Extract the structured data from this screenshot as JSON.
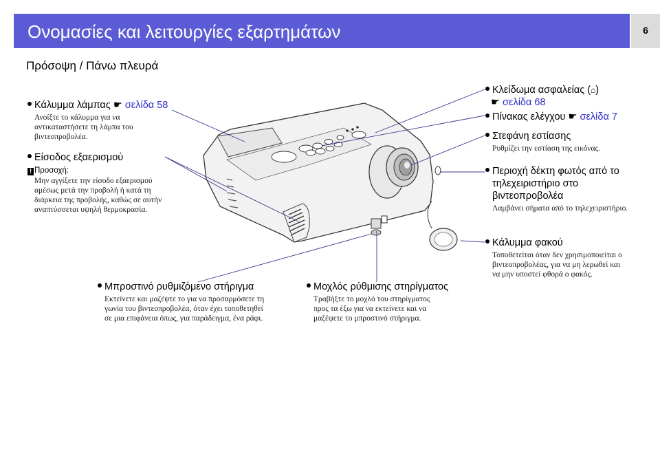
{
  "header": {
    "title": "Ονομασίες και λειτουργίες εξαρτημάτων",
    "page_number": "6"
  },
  "section_title": "Πρόσοψη / Πάνω πλευρά",
  "hand_icon": "pointing-hand-icon",
  "items": {
    "lamp_cover": {
      "label": "Κάλυμμα λάμπας",
      "ref": "σελίδα 58",
      "desc": [
        "Ανοίξτε το κάλυμμα για να",
        "αντικαταστήσετε τη λάμπα του",
        "βιντεοπροβολέα."
      ]
    },
    "air_intake": {
      "label": "Είσοδος εξαερισμού",
      "caution_label": "Προσοχή:",
      "desc": [
        "Μην αγγίξετε την είσοδο εξαερισμού",
        "αμέσως μετά την προβολή ή κατά τη",
        "διάρκεια της προβολής, καθώς σε αυτήν",
        "αναπτύσσεται υψηλή θερμοκρασία."
      ]
    },
    "security_lock": {
      "label": "Κλείδωμα ασφαλείας (",
      "label_end": ")",
      "ref": "σελίδα 68"
    },
    "control_panel": {
      "label": "Πίνακας ελέγχου",
      "ref": "σελίδα 7"
    },
    "focus_ring": {
      "label": "Στεφάνη εστίασης",
      "desc": [
        "Ρυθμίζει την εστίαση της εικόνας."
      ]
    },
    "remote_receiver": {
      "label": [
        "Περιοχή δέκτη φωτός από το",
        "τηλεχειριστήριο στο",
        "βιντεοπροβολέα"
      ],
      "desc": [
        "Λαμβάνει σήματα από το τηλεχειριστήριο."
      ]
    },
    "lens_cover": {
      "label": "Κάλυμμα φακού",
      "desc": [
        "Τοποθετείται όταν δεν χρησιμοποιείται ο",
        "βιντεοπροβολέας, για να μη λερωθεί και",
        "να μην υποστεί φθορά ο φακός."
      ]
    },
    "front_foot": {
      "label": "Μπροστινό ρυθμιζόμενο στήριγμα",
      "desc": [
        "Εκτείνετε και μαζέψτε το για να προσαρμόσετε τη",
        "γωνία του βιντεοπροβολέα, όταν έχει τοποθετηθεί",
        "σε μια επιφάνεια όπως, για παράδειγμα, ένα ράφι."
      ]
    },
    "foot_lever": {
      "label": "Μοχλός ρύθμισης στηρίγματος",
      "desc": [
        "Τραβήξτε το μοχλό του στηρίγματος",
        "προς τα έξω για να εκτείνετε και να",
        "μαζέψετε το μπροστινό στήριγμα."
      ]
    }
  }
}
